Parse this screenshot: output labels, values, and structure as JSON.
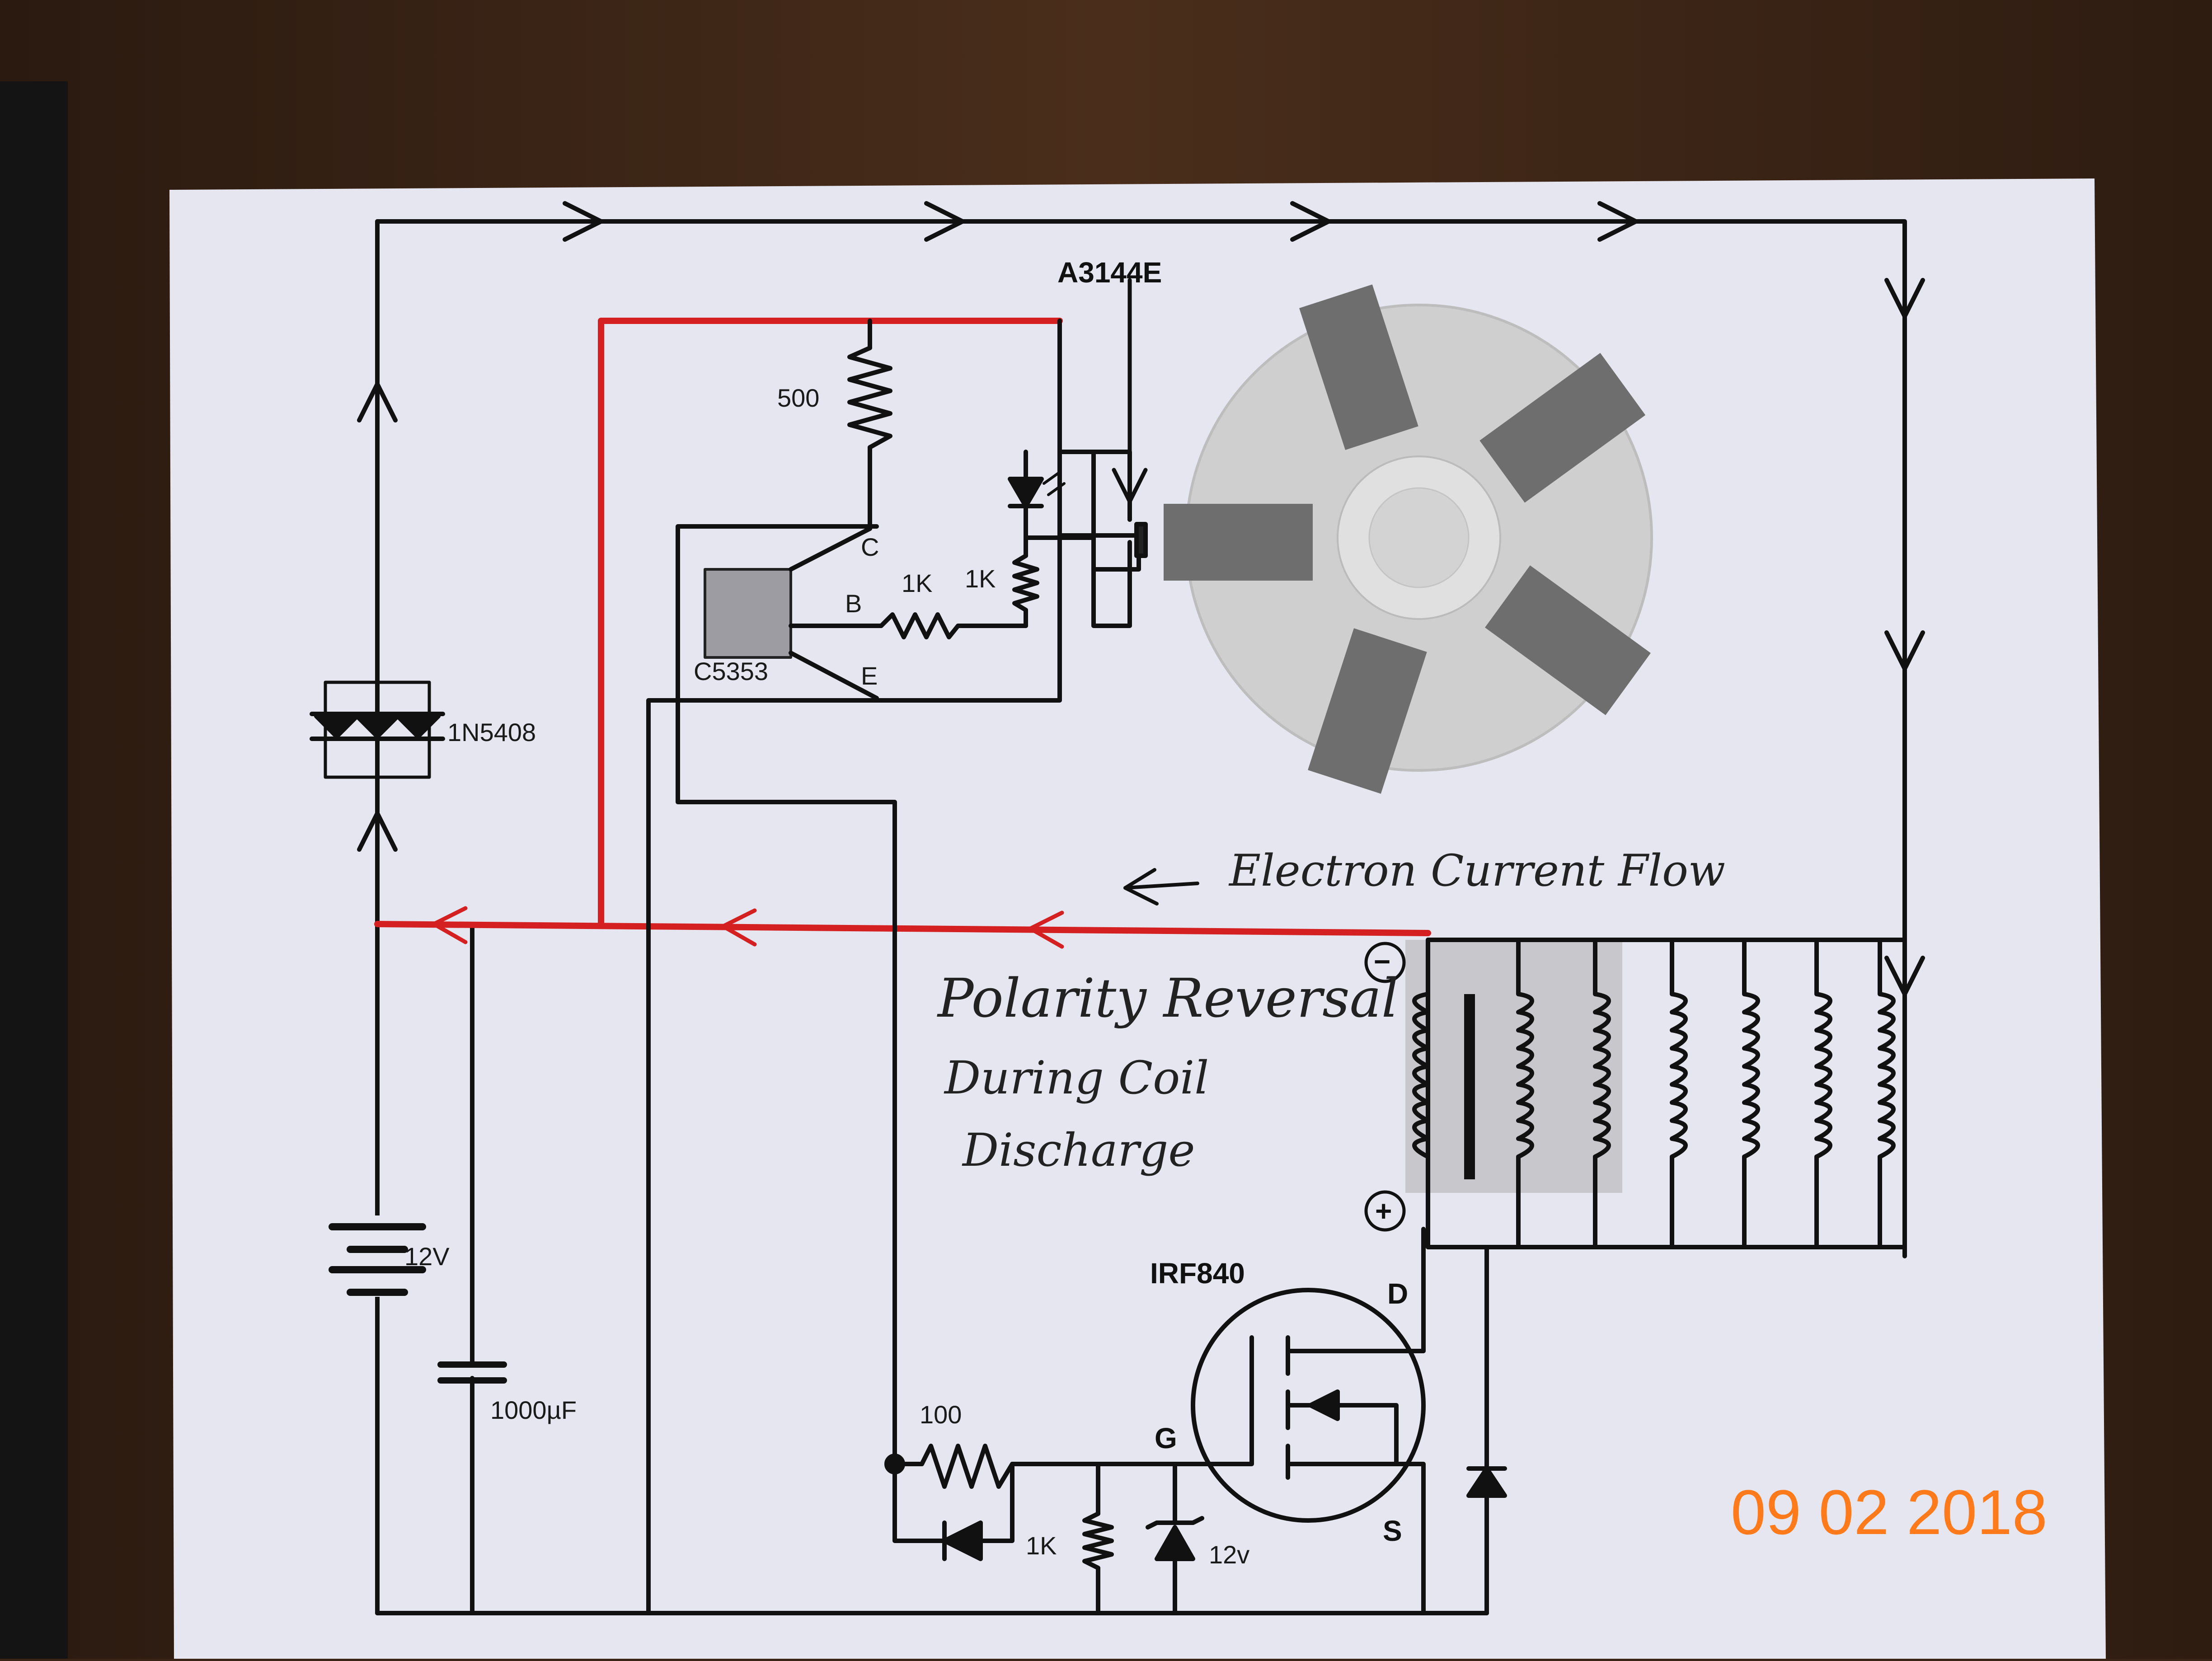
{
  "labels": {
    "hall_sensor": "A3144E",
    "resistor_500": "500",
    "resistor_1k_sensor": "1K",
    "resistor_1k_base": "1K",
    "pin_c": "C",
    "pin_b": "B",
    "pin_e": "E",
    "transistor": "C5353",
    "diodes": "1N5408",
    "battery": "12V",
    "capacitor": "1000µF",
    "mosfet": "IRF840",
    "pin_d": "D",
    "pin_g": "G",
    "pin_s": "S",
    "resistor_100": "100",
    "resistor_1k_gate": "1K",
    "zener": "12v",
    "coil_minus": "−",
    "coil_plus": "+"
  },
  "handwriting": {
    "electron_flow": "Electron Current Flow",
    "polarity_line1": "Polarity Reversal",
    "polarity_line2": "During Coil",
    "polarity_line3": "Discharge"
  },
  "timestamp": "09 02 2018",
  "colors": {
    "wood": "#3a2416",
    "paper": "#e6e6f0",
    "wire": "#111111",
    "red_wire": "#d42020",
    "rotor": "#cfcfcf",
    "magnet": "#6e6e6e",
    "date": "#ff7a1a"
  },
  "icons": [
    "arrow-icon",
    "resistor-icon",
    "diode-icon",
    "led-icon",
    "battery-icon",
    "capacitor-icon",
    "coil-icon",
    "mosfet-icon",
    "rotor-icon"
  ]
}
